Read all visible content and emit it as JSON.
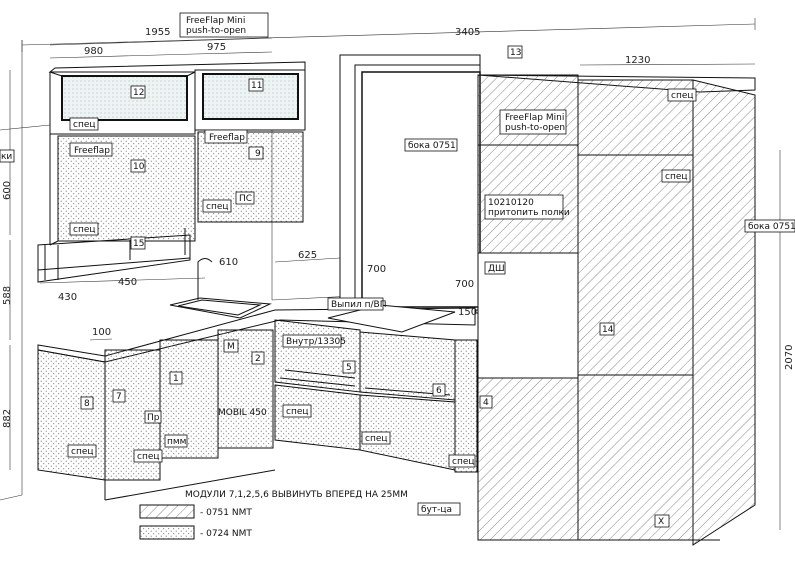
{
  "dimensions": {
    "top_total": "3405",
    "top_left": "1955",
    "w980": "980",
    "w975": "975",
    "w1230": "1230",
    "w625": "625",
    "w700a": "700",
    "w700b": "700",
    "w150": "150",
    "w430": "430",
    "w450": "450",
    "w100": "100",
    "h588": "588",
    "h882": "882",
    "h2070": "2070",
    "h600": "600",
    "h610": "610"
  },
  "labels": {
    "freeflap_mini_1": "FreeFlap Mini",
    "freeflap_mini_1b": "push-to-open",
    "freeflap_mini_2": "FreeFlap Mini",
    "freeflap_mini_2b": "push-to-open",
    "freeflap_a": "Freeflap",
    "freeflap_b": "Freeflap",
    "spec": "спец",
    "ps": "ПС",
    "boka_0751": "бока 0751",
    "boka_0751_b": "бока 0751",
    "note_10210120": "10210120",
    "note_pritopit": "притопить полки",
    "dsh": "ДШ",
    "vypil": "Выпил п/ВП",
    "vnutr": "Внутр/13305",
    "mobil": "MOBIL 450",
    "pr": "Пр",
    "pmm": "пмм",
    "m": "М",
    "butca": "бут-ца",
    "x": "X",
    "left_edge": "ки"
  },
  "modules": [
    "1",
    "2",
    "4",
    "5",
    "6",
    "7",
    "8",
    "9",
    "10",
    "11",
    "12",
    "13",
    "14",
    "15"
  ],
  "legend": {
    "note": "МОДУЛИ 7,1,2,5,6 ВЫВИНУТЬ ВПЕРЕД НА 25ММ",
    "item1": "- 0751 NMT",
    "item2": "- 0724 NMT"
  }
}
